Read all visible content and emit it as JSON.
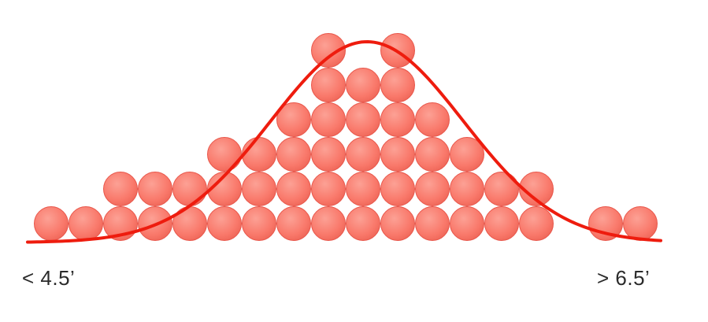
{
  "colors": {
    "dot_fill": "#f9786a",
    "dot_stroke": "#e8564a",
    "curve": "#ee1c0e",
    "text": "#2b2b2b"
  },
  "chart_data": {
    "type": "scatter",
    "description_kind": "dot histogram with fitted normal curve",
    "x_labels": {
      "left": "< 4.5’",
      "right": "> 6.5’"
    },
    "bins": [
      1,
      1,
      2,
      2,
      2,
      3,
      3,
      4,
      6,
      5,
      6,
      4,
      3,
      2,
      2,
      0,
      1,
      1
    ],
    "curve": {
      "kind": "normal",
      "peak_bin": 9
    },
    "grid": false,
    "legend": "none"
  }
}
